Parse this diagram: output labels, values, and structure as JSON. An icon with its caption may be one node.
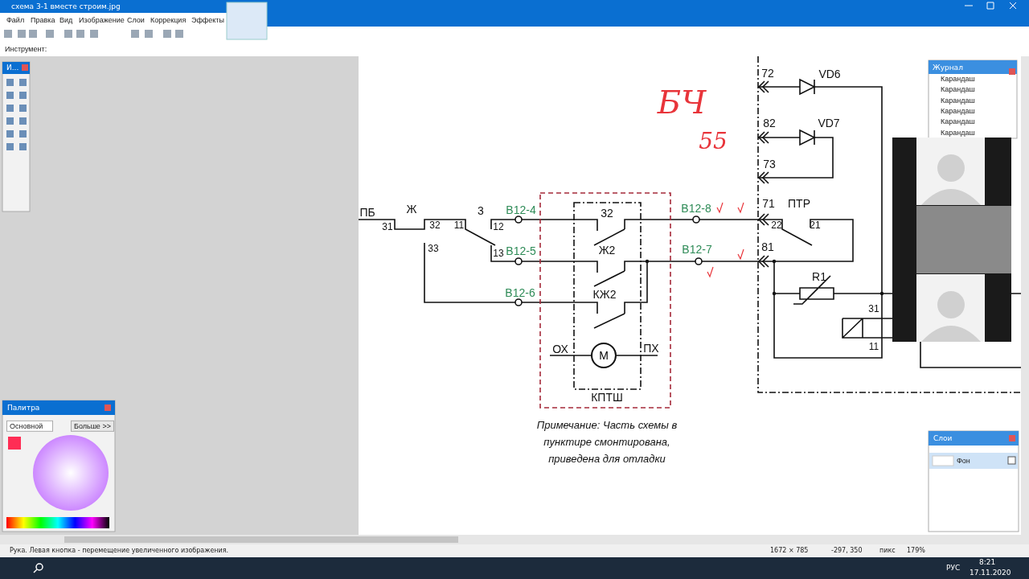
{
  "diagram": {
    "nodes": [
      {
        "text": [
          "М"
        ]
      }
    ],
    "labels": [
      "схема 3-1 вместе строим.jpg",
      "Файл",
      "Правка",
      "Вид",
      "Изображение",
      "Слои",
      "Коррекция",
      "Эффекты",
      "Инструмент:",
      "И...",
      "БЧ",
      "55",
      "72",
      "VD6",
      "82",
      "VD7",
      "73",
      "71",
      "ПТР",
      "22",
      "21",
      "81",
      "R1",
      "31",
      "11",
      "ПБ",
      "Ж",
      "31",
      "32",
      "11",
      "3",
      "12",
      "33",
      "13",
      "В12-4",
      "В12-5",
      "В12-6",
      "В12-8",
      "В12-7",
      "32",
      "Ж2",
      "КЖ2",
      "ОХ",
      "ПХ",
      "КПТШ",
      "Примечание: Часть схемы в пунктире смонтирована, приведена для отладки",
      "Журнал",
      "Карандаш",
      "Карандаш",
      "Карандаш",
      "Карандаш",
      "Карандаш",
      "Карандаш",
      "Палитра",
      "Основной",
      "Больше >>",
      "Слои",
      "Фон",
      "Рука. Левая кнопка - перемещение увеличенного изображения.",
      "1672 × 785",
      "-297, 350",
      "пикс",
      "179%",
      "РУС",
      "8:21",
      "17.11.2020"
    ]
  }
}
